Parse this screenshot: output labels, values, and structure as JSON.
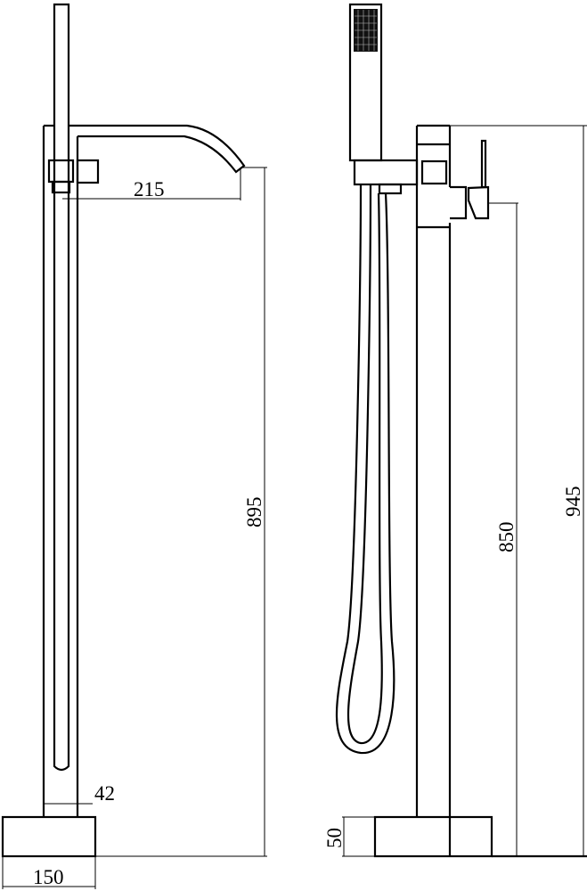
{
  "drawing": {
    "front_view": {
      "dimensions": {
        "spout_reach": "215",
        "spout_height": "895",
        "pillar_width": "42",
        "base_width": "150"
      }
    },
    "side_view": {
      "dimensions": {
        "base_height": "50",
        "lever_height": "850",
        "overall_height": "945"
      }
    }
  }
}
